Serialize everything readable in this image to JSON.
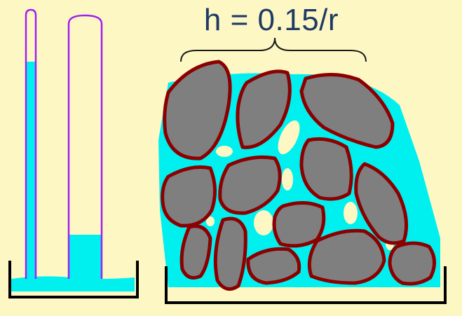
{
  "formula": "h = 0.15/r",
  "colors": {
    "background": "#fdf7c4",
    "water": "#00f0f0",
    "tube_outline": "#a020f0",
    "grain_fill": "#7f7f7f",
    "grain_outline": "#8b0000",
    "container": "#000000",
    "formula_text": "#1f3a66"
  },
  "tubes": [
    {
      "name": "narrow-tube",
      "water_fill": 0.82
    },
    {
      "name": "wide-tube",
      "water_fill": 0.18
    }
  ]
}
